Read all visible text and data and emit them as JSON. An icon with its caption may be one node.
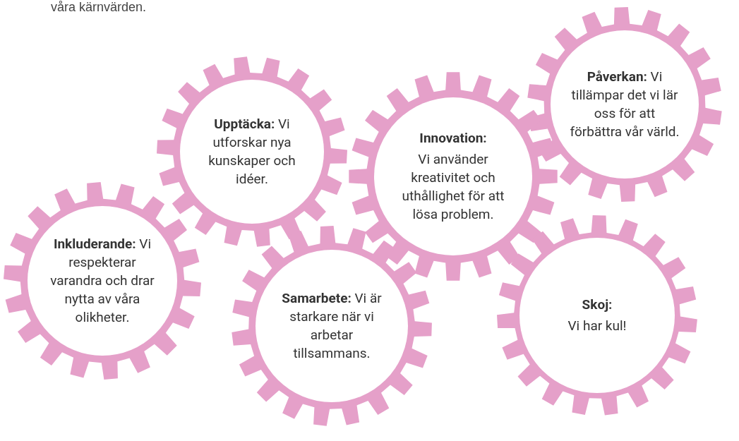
{
  "diagram": {
    "nodes": [
      {
        "text": [
          "**Upptäcka:** Vi utforskar nya kunskaper och idéer."
        ]
      },
      {
        "text": [
          "**Påverkan:** Vi tillämpar det vi lär oss för att förbättra vår värld."
        ]
      },
      {
        "text": [
          "Innovation:",
          "Vi använder kreativitet och uthållighet för att lösa problem."
        ]
      },
      {
        "text": [
          "**Inkluderande:** Vi respekterar varandra och drar nytta av våra olikheter."
        ]
      },
      {
        "text": [
          "**Samarbete:** Vi är starkare när vi arbetar tillsammans."
        ]
      },
      {
        "text": [
          "Skoj:",
          "Vi har kul!"
        ]
      }
    ],
    "labels": [
      "våra kärnvärden."
    ]
  }
}
